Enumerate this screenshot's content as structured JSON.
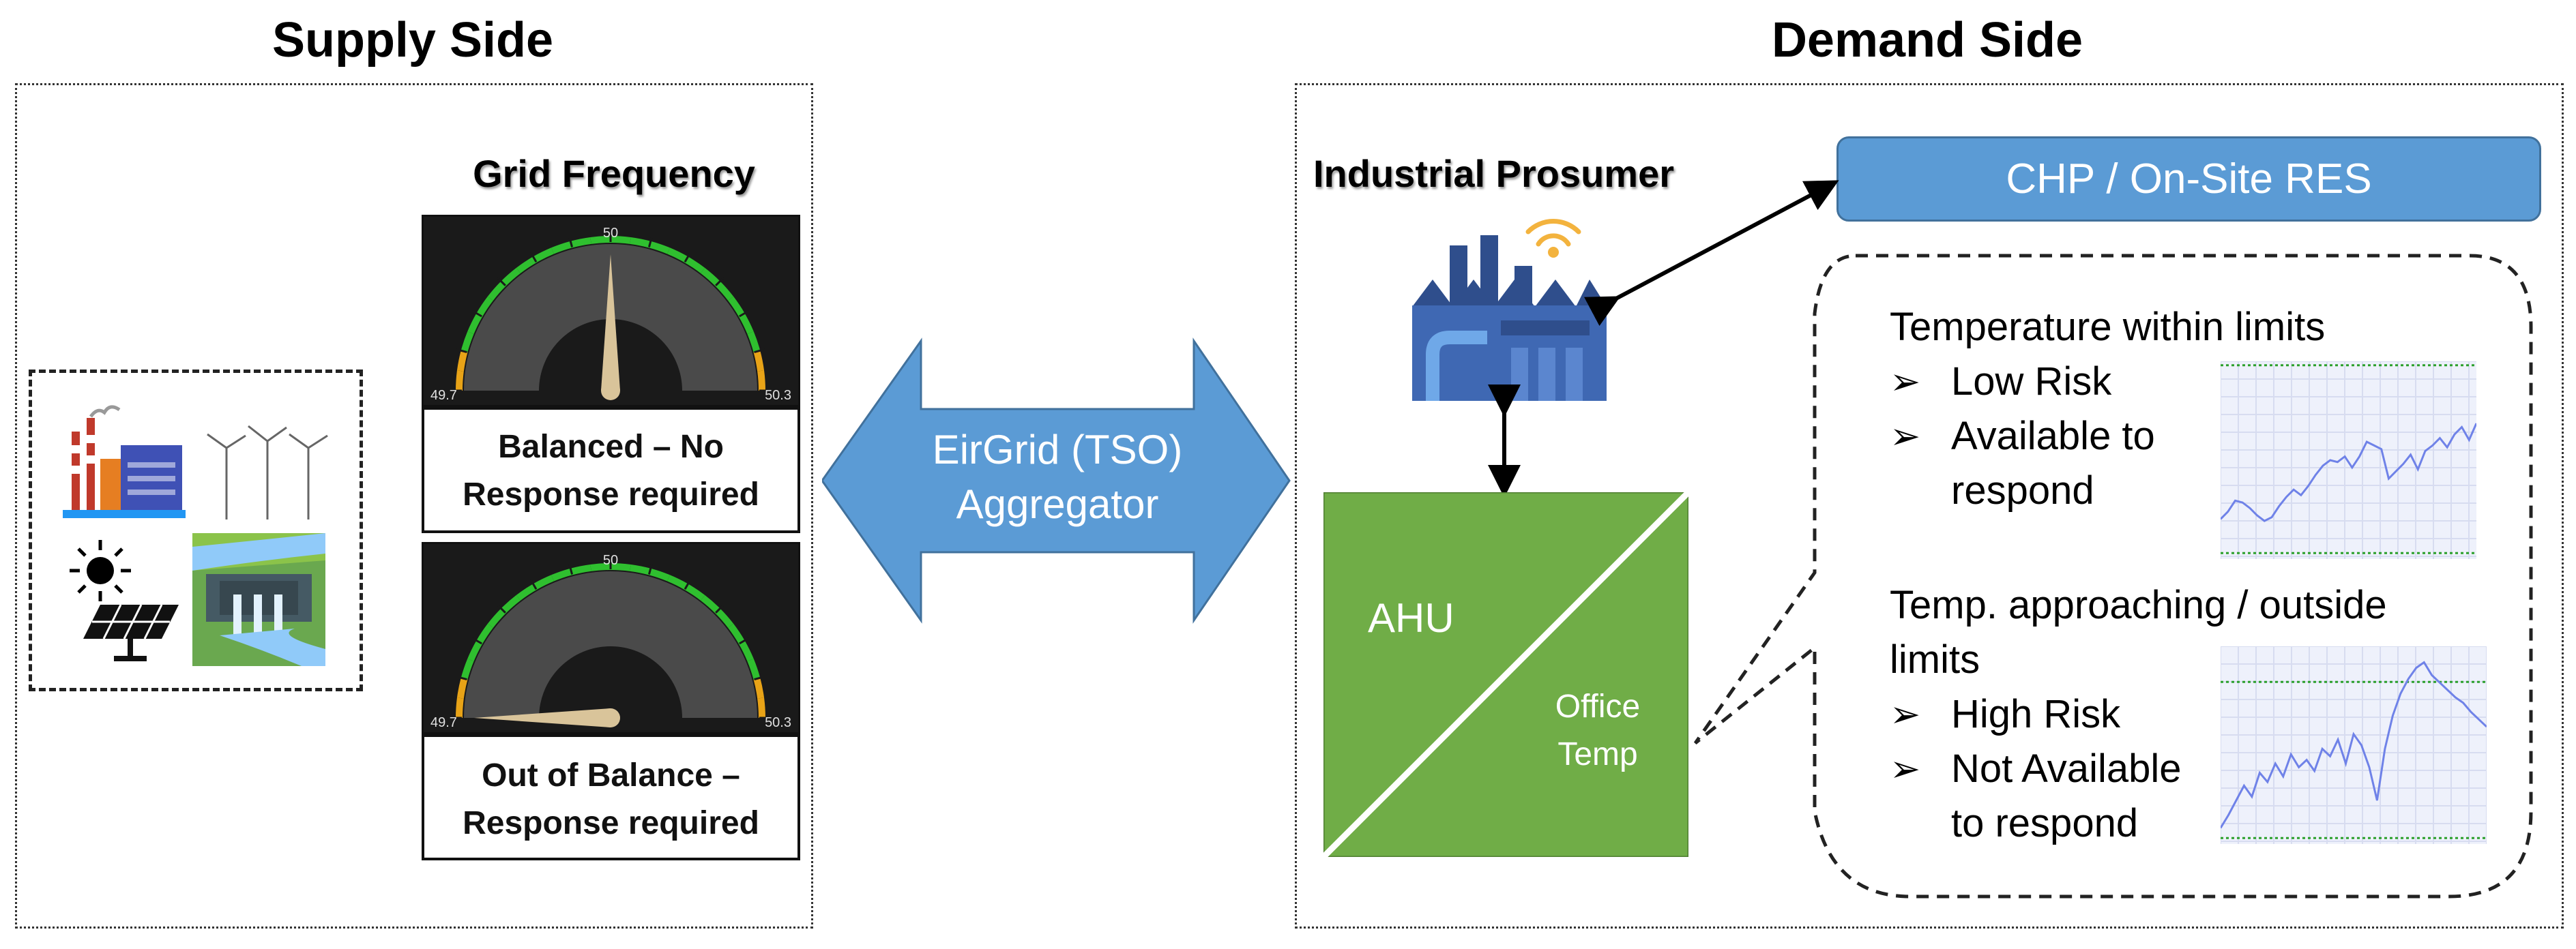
{
  "supply": {
    "title": "Supply Side",
    "grid_frequency_title": "Grid Frequency",
    "gauges": [
      {
        "center_label": "50",
        "min_label": "49.7",
        "max_label": "50.3",
        "frequency_hz": 50.0,
        "status_line1": "Balanced – No",
        "status_line2": "Response required"
      },
      {
        "center_label": "50",
        "min_label": "49.7",
        "max_label": "50.3",
        "frequency_hz": 49.7,
        "status_line1": "Out of Balance –",
        "status_line2": "Response required"
      }
    ],
    "icons": [
      "power-plant-icon",
      "wind-turbines-icon",
      "sun-icon",
      "solar-panel-icon",
      "hydro-dam-icon"
    ]
  },
  "center": {
    "line1": "EirGrid (TSO)",
    "line2": "Aggregator",
    "arrow_color": "#5b9bd5"
  },
  "demand": {
    "title": "Demand Side",
    "prosumer_title": "Industrial Prosumer",
    "chp_label": "CHP / On-Site RES",
    "ahu_label": "AHU",
    "office_line1": "Office",
    "office_line2": "Temp",
    "ahu_color": "#70ad47",
    "ok_section": {
      "heading": "Temperature within limits",
      "bullets": [
        {
          "arrow": "➢",
          "line1": "Low Risk",
          "line2": ""
        },
        {
          "arrow": "➢",
          "line1": "Available to",
          "line2": "respond"
        }
      ]
    },
    "risk_section": {
      "heading_line1": "Temp. approaching / outside",
      "heading_line2": "limits",
      "bullets": [
        {
          "arrow": "➢",
          "line1": "High Risk",
          "line2": ""
        },
        {
          "arrow": "➢",
          "line1": "Not Available",
          "line2": "to respond"
        }
      ]
    }
  },
  "mini_charts": {
    "line_color": "#6f82e8",
    "limit_color": "#2ca02c",
    "ok_series": [
      0.18,
      0.22,
      0.28,
      0.27,
      0.24,
      0.2,
      0.17,
      0.19,
      0.25,
      0.3,
      0.34,
      0.31,
      0.36,
      0.42,
      0.47,
      0.5,
      0.49,
      0.52,
      0.46,
      0.52,
      0.6,
      0.58,
      0.56,
      0.4,
      0.44,
      0.48,
      0.53,
      0.45,
      0.55,
      0.58,
      0.62,
      0.57,
      0.64,
      0.68,
      0.61,
      0.7
    ],
    "risk_series": [
      0.05,
      0.12,
      0.2,
      0.28,
      0.22,
      0.35,
      0.3,
      0.4,
      0.33,
      0.45,
      0.38,
      0.42,
      0.36,
      0.48,
      0.44,
      0.53,
      0.4,
      0.56,
      0.5,
      0.38,
      0.2,
      0.48,
      0.66,
      0.78,
      0.86,
      0.92,
      0.95,
      0.88,
      0.84,
      0.8,
      0.76,
      0.73,
      0.68,
      0.64,
      0.6
    ]
  }
}
